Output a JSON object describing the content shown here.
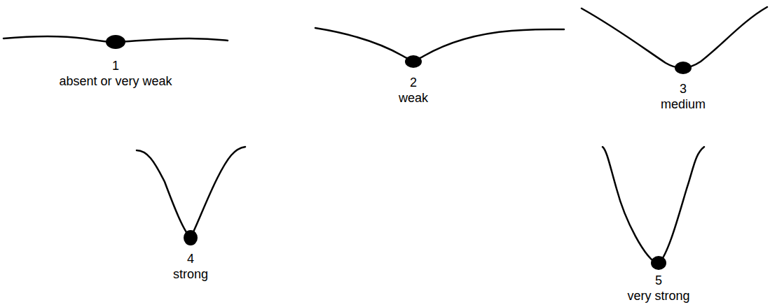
{
  "diagram": {
    "labels": [
      "1",
      "absent or very weak",
      "2",
      "weak",
      "3",
      "medium",
      "4",
      "strong",
      "5",
      "very strong"
    ]
  }
}
